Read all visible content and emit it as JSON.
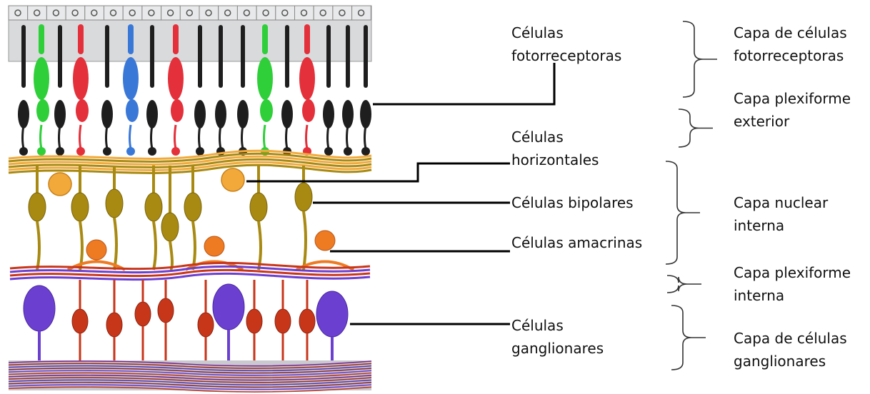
{
  "diagram": {
    "cell_labels": [
      {
        "id": "fotorreceptoras",
        "lines": [
          "Células",
          "fotorreceptoras"
        ]
      },
      {
        "id": "horizontales",
        "lines": [
          "Células",
          "horizontales"
        ]
      },
      {
        "id": "bipolares",
        "lines": [
          "Células bipolares"
        ]
      },
      {
        "id": "amacrinas",
        "lines": [
          "Células amacrinas"
        ]
      },
      {
        "id": "ganglionares",
        "lines": [
          "Células",
          "ganglionares"
        ]
      }
    ],
    "layer_labels": [
      {
        "id": "capa-fotorreceptoras",
        "lines": [
          "Capa de células",
          "fotorreceptoras"
        ]
      },
      {
        "id": "capa-plexiforme-exterior",
        "lines": [
          "Capa plexiforme",
          "exterior"
        ]
      },
      {
        "id": "capa-nuclear-interna",
        "lines": [
          "Capa nuclear",
          "interna"
        ]
      },
      {
        "id": "capa-plexiforme-interna",
        "lines": [
          "Capa plexiforme",
          "interna"
        ]
      },
      {
        "id": "capa-ganglionares",
        "lines": [
          "Capa de células",
          "ganglionares"
        ]
      }
    ],
    "colors": {
      "rod": "#1e1e1e",
      "cone_green": "#2fcf3a",
      "cone_red": "#e3303a",
      "cone_blue": "#3a78d8",
      "horizontal": "#f2a93a",
      "bipolar": "#a88a12",
      "amacrine": "#ee7a22",
      "ganglion_purple": "#6b3fd0",
      "ganglion_red": "#c8361a",
      "epithelium": "#d9dadc",
      "leader_line": "#000000"
    }
  }
}
